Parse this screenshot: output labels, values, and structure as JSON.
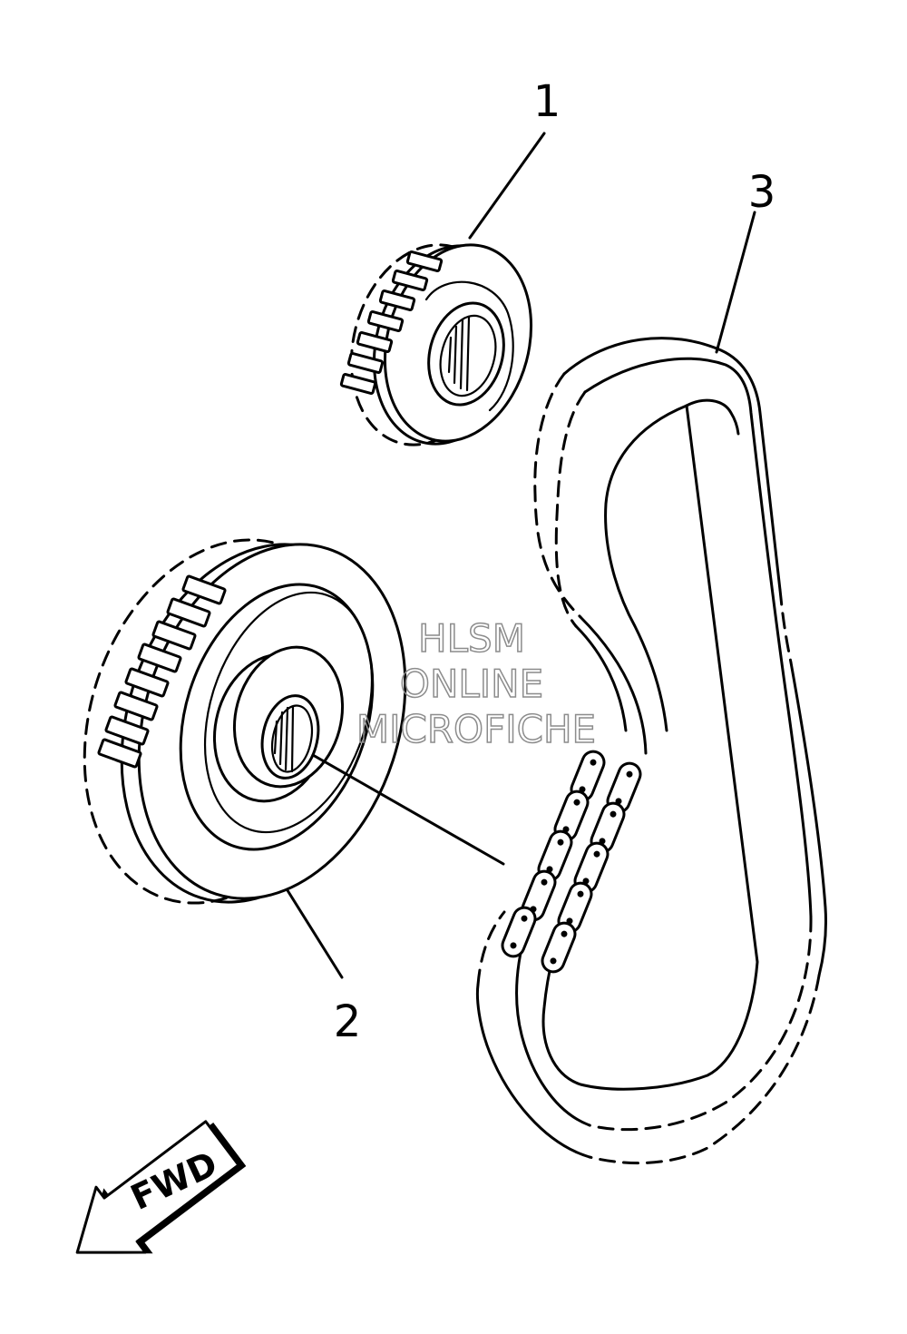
{
  "diagram": {
    "callouts": {
      "part_1": "1",
      "part_2": "2",
      "part_3": "3"
    },
    "direction_arrow": {
      "label": "FWD"
    },
    "watermark": {
      "line_1": "HLSM",
      "line_2": "ONLINE",
      "line_3": "MICROFICHE"
    }
  },
  "colors": {
    "line": "#000000",
    "background": "#ffffff",
    "watermark_outline": "#8c8c8c"
  }
}
